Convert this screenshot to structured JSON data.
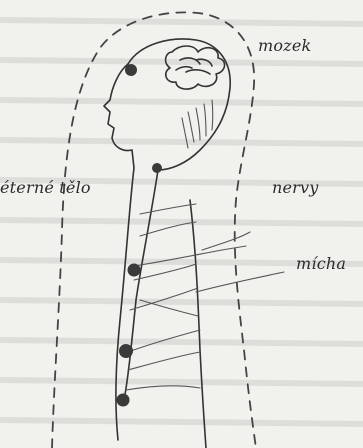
{
  "labels": {
    "brain": "mozek",
    "etheric_body": "éterné tělo",
    "nerves": "nervy",
    "spinal_cord": "mícha"
  },
  "colors": {
    "paper": "#f1f1ee",
    "ink": "#333333"
  }
}
